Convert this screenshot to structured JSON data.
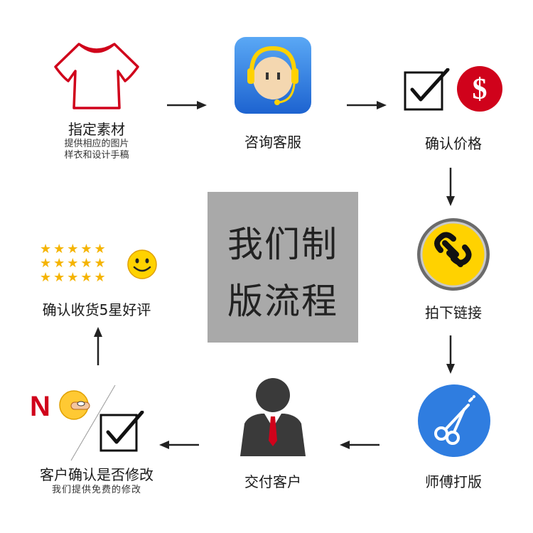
{
  "center": {
    "line1": "我们制",
    "line2": "版流程"
  },
  "steps": [
    {
      "label": "指定素材",
      "sub1": "提供相应的图片",
      "sub2": "样衣和设计手稿"
    },
    {
      "label": "咨询客服"
    },
    {
      "label": "确认价格"
    },
    {
      "label": "拍下链接"
    },
    {
      "label": "师傅打版"
    },
    {
      "label": "交付客户"
    },
    {
      "label": "客户确认是否修改",
      "sub1": "我们提供免费的修改"
    },
    {
      "label": "确认收货5星好评"
    }
  ],
  "icons": {
    "sweater": "sweater-icon",
    "service": "customer-service-icon",
    "price_check": "checkbox-checked-icon",
    "price_dollar": "dollar-icon",
    "link": "chain-link-icon",
    "scissors": "scissors-icon",
    "person": "businessman-icon",
    "no_letter": "N",
    "smiley": "smiley-icon",
    "stars": "★★★★★"
  },
  "colors": {
    "center_bg": "#a9a9a9",
    "red": "#d0021b",
    "blue": "#2f7de0",
    "yellow": "#ffd200",
    "star": "#f5b400"
  }
}
